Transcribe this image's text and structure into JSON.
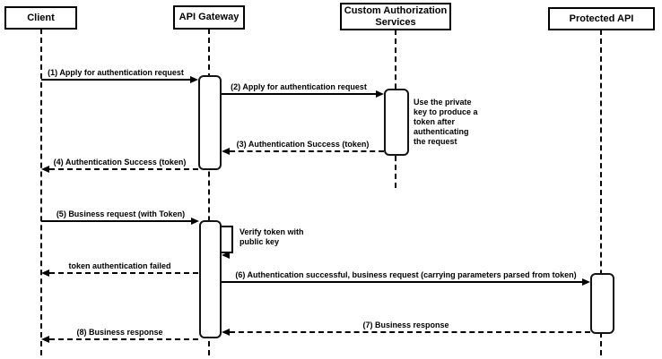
{
  "colors": {
    "background": "#ffffff",
    "line": "#000000",
    "text": "#000000"
  },
  "diagram_type": "sequence",
  "actors": [
    {
      "id": "client",
      "label": "Client"
    },
    {
      "id": "api-gateway",
      "label": "API Gateway"
    },
    {
      "id": "custom-auth",
      "label": "Custom Authorization Services"
    },
    {
      "id": "protected-api",
      "label": "Protected API"
    }
  ],
  "messages": [
    {
      "label": "(1) Apply for authentication request",
      "from": "Client",
      "to": "API Gateway",
      "line": "solid"
    },
    {
      "label": "(2) Apply for authentication request",
      "from": "API Gateway",
      "to": "Custom Authorization Services",
      "line": "solid"
    },
    {
      "label": "(3) Authentication Success (token)",
      "from": "Custom Authorization Services",
      "to": "API Gateway",
      "line": "dashed"
    },
    {
      "label": "(4) Authentication Success (token)",
      "from": "API Gateway",
      "to": "Client",
      "line": "dashed"
    },
    {
      "label": "(5) Business request (with Token)",
      "from": "Client",
      "to": "API Gateway",
      "line": "solid"
    },
    {
      "label": "token authentication failed",
      "from": "API Gateway",
      "to": "Client",
      "line": "dashed"
    },
    {
      "label": "(6) Authentication successful, business request (carrying parameters parsed from token)",
      "from": "API Gateway",
      "to": "Protected API",
      "line": "solid"
    },
    {
      "label": "(7) Business response",
      "from": "Protected API",
      "to": "API Gateway",
      "line": "dashed"
    },
    {
      "label": "(8) Business response",
      "from": "API Gateway",
      "to": "Client",
      "line": "dashed"
    }
  ],
  "self_message": {
    "label": "Verify token with public key",
    "on": "API Gateway"
  },
  "note": {
    "text": "Use the private key to produce a token after authenticating the request",
    "attached_to": "Custom Authorization Services"
  }
}
